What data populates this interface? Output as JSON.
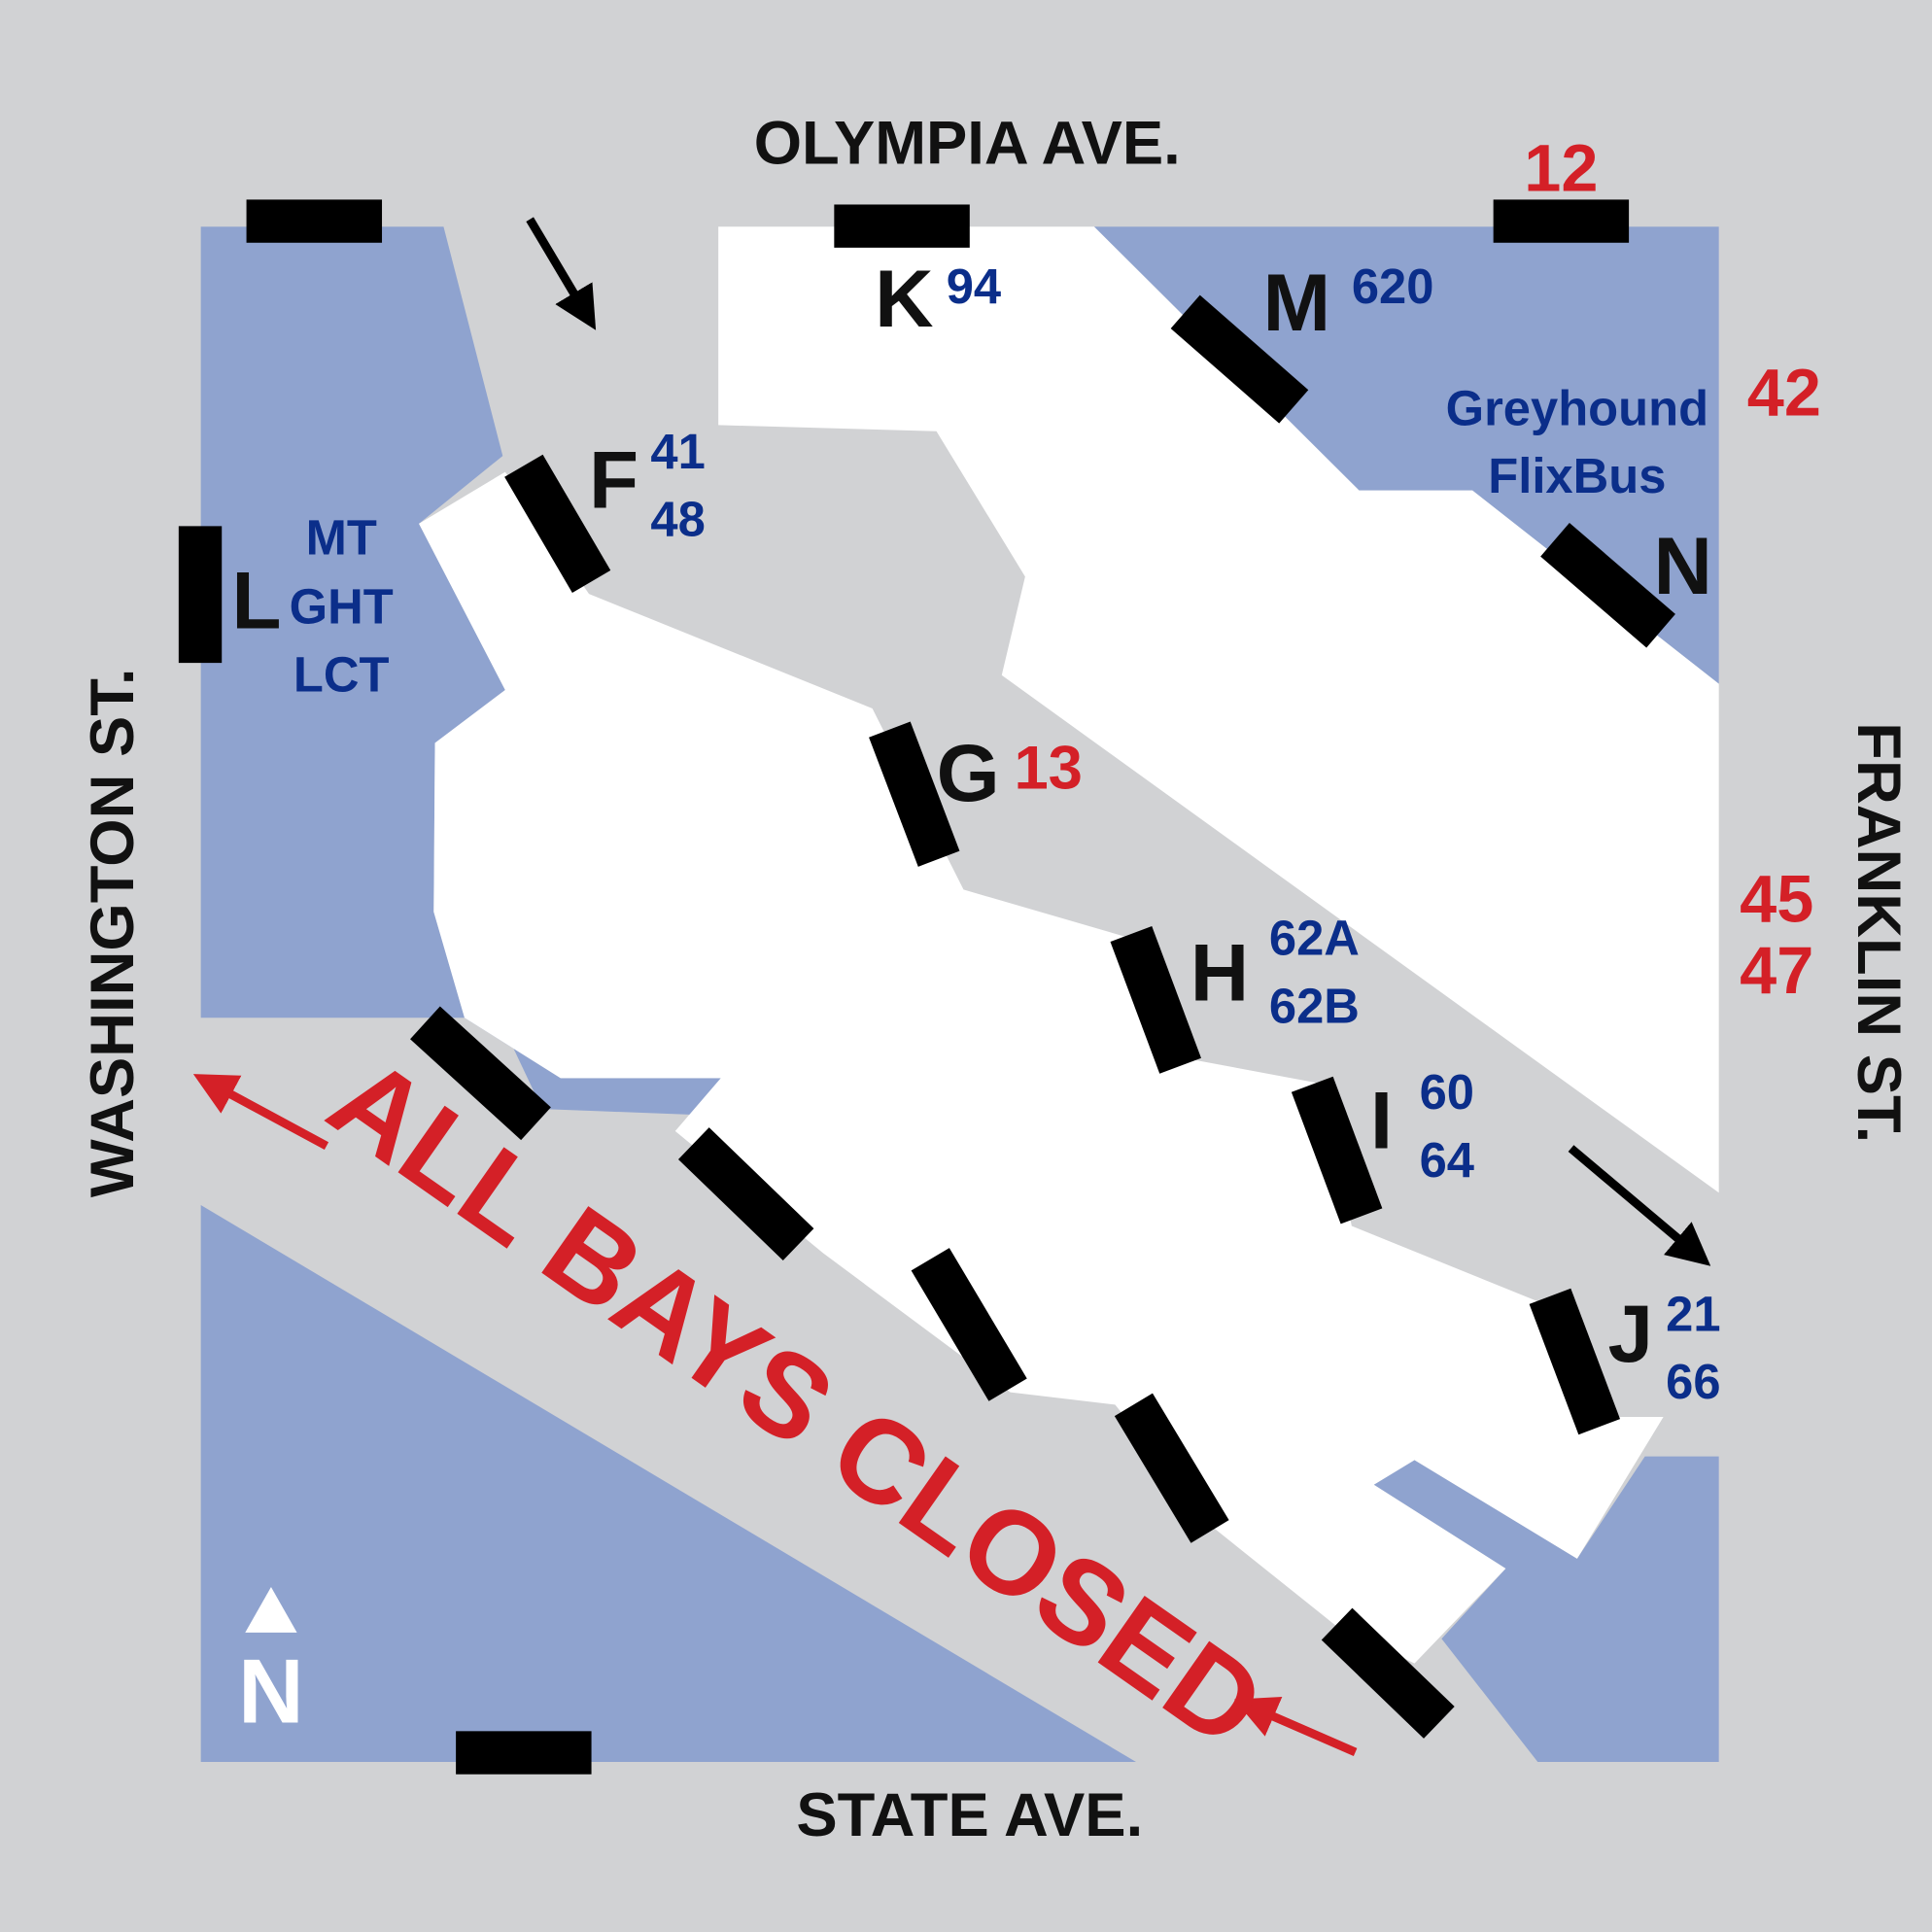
{
  "streets": {
    "north": "OLYMPIA AVE.",
    "south": "STATE AVE.",
    "west": "WASHINGTON ST.",
    "east": "FRANKLIN ST."
  },
  "notice": "ALL BAYS CLOSED",
  "bays": {
    "K": {
      "label": "K",
      "routes": [
        "94"
      ]
    },
    "M": {
      "label": "M",
      "routes": [
        "620"
      ]
    },
    "N": {
      "label": "N",
      "routes": [
        "Greyhound",
        "FlixBus"
      ]
    },
    "F": {
      "label": "F",
      "routes": [
        "41",
        "48"
      ]
    },
    "L": {
      "label": "L",
      "routes": [
        "MT",
        "GHT",
        "LCT"
      ]
    },
    "G": {
      "label": "G",
      "routes": [
        "13"
      ]
    },
    "H": {
      "label": "H",
      "routes": [
        "62A",
        "62B"
      ]
    },
    "I": {
      "label": "I",
      "routes": [
        "60",
        "64"
      ]
    },
    "J": {
      "label": "J",
      "routes": [
        "21",
        "66"
      ]
    }
  },
  "street_stops": {
    "olympia": "12",
    "franklin_north": "42",
    "franklin_south": [
      "45",
      "47"
    ]
  },
  "north_indicator": "N",
  "colors": {
    "background": "#d1d2d4",
    "area": "#8fa3cf",
    "route": "#0b2e8a",
    "alert": "#d42027"
  }
}
